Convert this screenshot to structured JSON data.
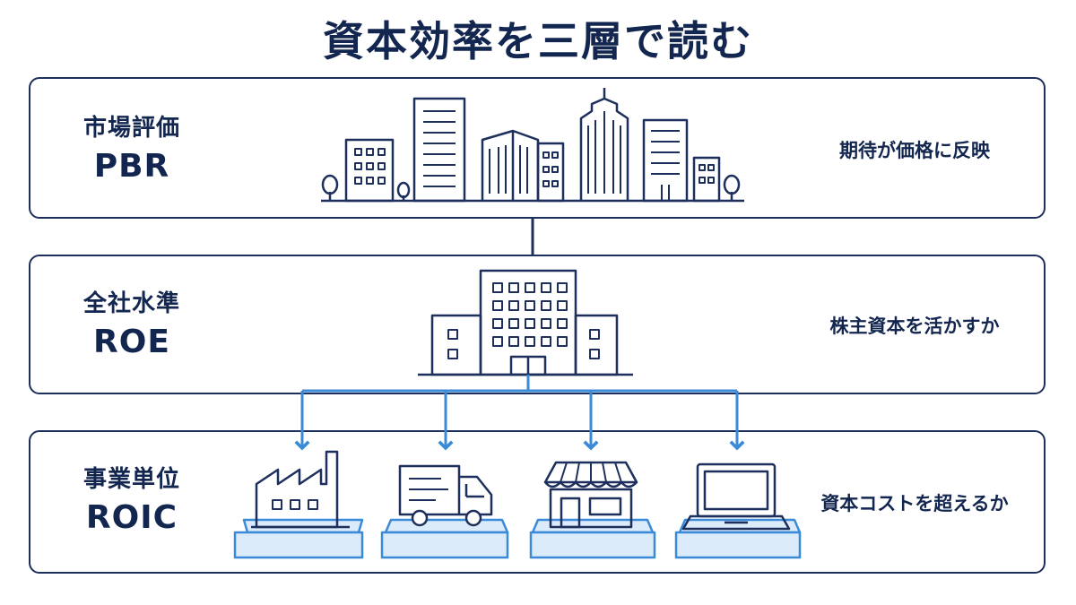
{
  "title": "資本効率を三層で読む",
  "tiers": [
    {
      "category": "市場評価",
      "metric": "PBR",
      "description": "期待が価格に反映"
    },
    {
      "category": "全社水準",
      "metric": "ROE",
      "description": "株主資本を活かすか"
    },
    {
      "category": "事業単位",
      "metric": "ROIC",
      "description": "資本コストを超えるか"
    }
  ],
  "icons": {
    "pbr": "city-skyline-icon",
    "roe": "company-building-icon",
    "roic": [
      "factory-icon",
      "delivery-truck-icon",
      "store-icon",
      "laptop-icon"
    ]
  },
  "colors": {
    "navy": "#1d2f5c",
    "accent_blue": "#3a8ad8",
    "platform_fill": "#dcebfa"
  }
}
